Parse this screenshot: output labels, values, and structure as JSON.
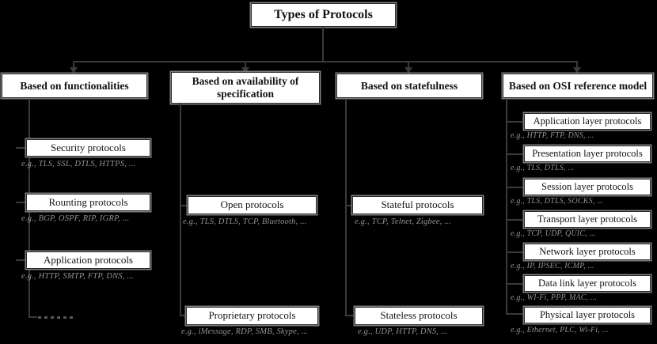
{
  "title": "Types of Protocols",
  "colors": {
    "bg": "#000000",
    "line": "#3a3a3a",
    "boxfill": "#ffffff",
    "boxedge": "#2a2a2a",
    "boxhalo": "#7d7d7d",
    "cap": "#939393",
    "ink": "#141414"
  },
  "columns": [
    {
      "header": "Based on functionalities",
      "items": [
        {
          "label": "Security protocols",
          "examples": "e.g., TLS, SSL, DTLS, HTTPS, ..."
        },
        {
          "label": "Rounting protocols",
          "examples": "e.g., BGP, OSPF, RIP, IGRP, ..."
        },
        {
          "label": "Application protocols",
          "examples": "e.g., HTTP, SMTP, FTP, DNS, ..."
        }
      ],
      "more_indicator": "......"
    },
    {
      "header": "Based on availability of specification",
      "items": [
        {
          "label": "Open protocols",
          "examples": "e.g., TLS, DTLS, TCP, Bluetooth, ..."
        },
        {
          "label": "Proprietary protocols",
          "examples": "e.g., iMessage, RDP, SMB, Skype, ..."
        }
      ]
    },
    {
      "header": "Based on statefulness",
      "items": [
        {
          "label": "Stateful protocols",
          "examples": "e.g., TCP, Telnet, Zigbee, ..."
        },
        {
          "label": "Stateless protocols",
          "examples": "e.g., UDP, HTTP, DNS, ..."
        }
      ]
    },
    {
      "header": "Based on OSI reference model",
      "items": [
        {
          "label": "Application layer protocols",
          "examples": "e.g., HTTP, FTP, DNS, ..."
        },
        {
          "label": "Presentation layer protocols",
          "examples": "e.g., TLS, DTLS, ..."
        },
        {
          "label": "Session layer protocols",
          "examples": "e.g., TLS, DTLS, SOCKS, ..."
        },
        {
          "label": "Transport layer protocols",
          "examples": "e.g., TCP, UDP, QUIC, ..."
        },
        {
          "label": "Network layer protocols",
          "examples": "e.g., IP, IPSEC, ICMP, ..."
        },
        {
          "label": "Data link layer protocols",
          "examples": "e.g., WI-Fi, PPP, MAC, ..."
        },
        {
          "label": "Physical layer protocols",
          "examples": "e.g., Ethernet, PLC, Wi-Fi, ..."
        }
      ]
    }
  ]
}
